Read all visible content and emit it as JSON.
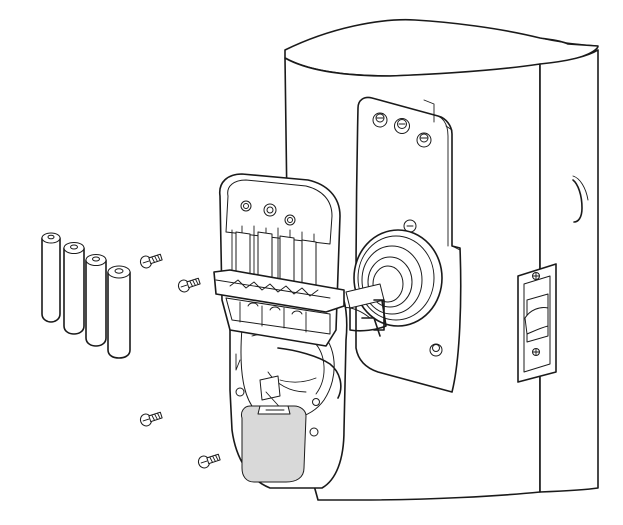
{
  "figure": {
    "subject": "exploded-view-door-lock-battery-installation",
    "components": {
      "door": "door-panel",
      "mounting_plate": "mounting-plate",
      "lock_housing": "interior-lock-housing",
      "battery_cover": "battery-cover",
      "batteries": "aa-batteries",
      "screws": "mounting-screws",
      "latch": "door-latch",
      "spindle": "spindle-assembly"
    },
    "battery_count": 4,
    "screw_count": 4
  }
}
